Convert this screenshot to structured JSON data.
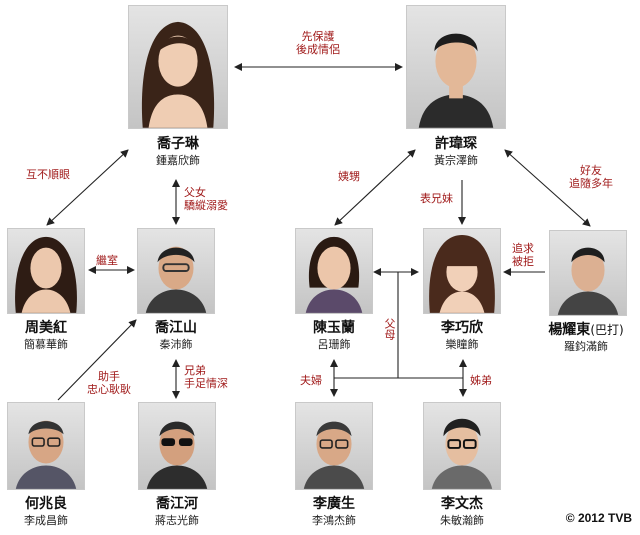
{
  "characters": {
    "kiu_chi_lam": {
      "name": "喬子琳",
      "actor": "鍾嘉欣飾",
      "icon": "portrait-female"
    },
    "hui_wai_sum": {
      "name": "許瑋琛",
      "actor": "黃宗澤飾",
      "icon": "portrait-male"
    },
    "chow_mei_hung": {
      "name": "周美紅",
      "actor": "簡慕華飾",
      "icon": "portrait-female"
    },
    "kiu_kong_shan": {
      "name": "喬江山",
      "actor": "秦沛飾",
      "icon": "portrait-male"
    },
    "chan_yuk_lan": {
      "name": "陳玉蘭",
      "actor": "呂珊飾",
      "icon": "portrait-female"
    },
    "lee_hau_yan": {
      "name": "李巧欣",
      "actor": "樂瞳飾",
      "icon": "portrait-female"
    },
    "yeung_yiu_tung": {
      "name": "楊耀東",
      "name_suffix": "(巴打)",
      "actor": "羅鈞滿飾",
      "icon": "portrait-male"
    },
    "ho_siu_leung": {
      "name": "何兆良",
      "actor": "李成昌飾",
      "icon": "portrait-male"
    },
    "kiu_kong_ho": {
      "name": "喬江河",
      "actor": "蔣志光飾",
      "icon": "portrait-male"
    },
    "lee_kwong_sang": {
      "name": "李廣生",
      "actor": "李鴻杰飾",
      "icon": "portrait-male"
    },
    "lee_man_kit": {
      "name": "李文杰",
      "actor": "朱敏瀚飾",
      "icon": "portrait-male"
    }
  },
  "relations": {
    "protect_lovers_l1": "先保護",
    "protect_lovers_l2": "後成情侶",
    "not_getting_along": "互不順眼",
    "father_daughter_l1": "父女",
    "father_daughter_l2": "驕縱溺愛",
    "step_mother": "繼室",
    "assistant_l1": "助手",
    "assistant_l2": "忠心耿耿",
    "brothers_l1": "兄弟",
    "brothers_l2": "手足情深",
    "aunt_nephew": "姨甥",
    "cousins": "表兄妹",
    "friends_l1": "好友",
    "friends_l2": "追隨多年",
    "pursue_l1": "追求",
    "pursue_l2": "被拒",
    "parents": "父母",
    "spouses": "夫婦",
    "siblings": "姊弟"
  },
  "colors": {
    "relation_text": "#a01a1a",
    "line": "#222222"
  },
  "copyright": "© 2012 TVB"
}
